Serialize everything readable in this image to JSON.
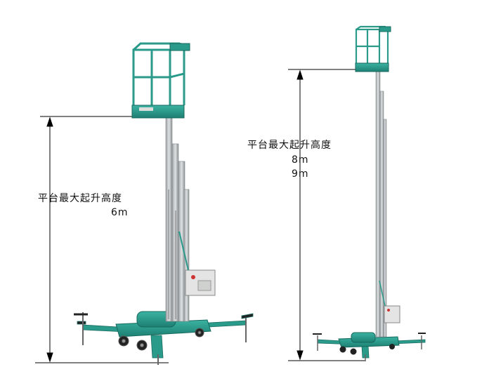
{
  "left_lift": {
    "caption": "平台最大起升高度",
    "height": "6m"
  },
  "right_lift": {
    "caption": "平台最大起升高度",
    "heights": [
      "8m",
      "9m"
    ]
  },
  "colors": {
    "body_teal": "#2a9a8a",
    "mast_grey": "#b9bdbf",
    "dimension_line": "#000000"
  }
}
